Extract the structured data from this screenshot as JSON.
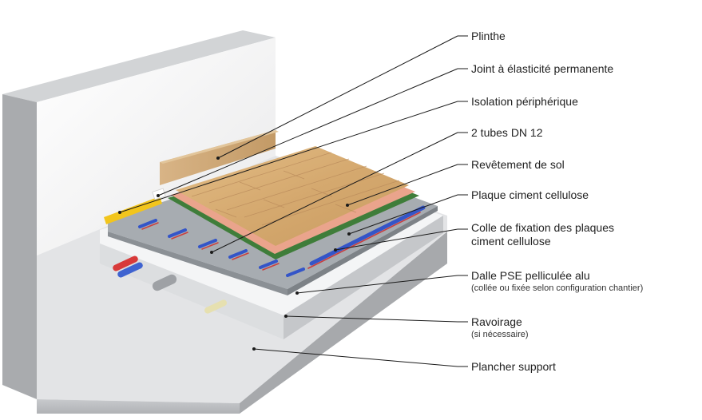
{
  "colors": {
    "concrete_top": "#e6e7e9",
    "concrete_front": "#bfc1c4",
    "concrete_side": "#a4a6a9",
    "wall_inner": "#f3f3f3",
    "screed": "#f5f6f7",
    "insulation": "#9ea3a8",
    "tube_blue": "#3455c8",
    "tube_red": "#c94040",
    "green_layer": "#3f7d3a",
    "pink_layer": "#eaa48c",
    "wood": "#d8b07a",
    "skirting": "#c9a574",
    "edge_strip": "#f2c51c",
    "leader_line": "#1a1a1a"
  },
  "labels": [
    {
      "id": "plinthe",
      "text": "Plinthe"
    },
    {
      "id": "joint",
      "text": "Joint à élasticité permanente"
    },
    {
      "id": "isolation",
      "text": "Isolation périphérique"
    },
    {
      "id": "tubes",
      "text": "2 tubes DN 12"
    },
    {
      "id": "revetement",
      "text": "Revêtement de sol"
    },
    {
      "id": "plaque",
      "text": "Plaque ciment cellulose"
    },
    {
      "id": "colle",
      "line1": "Colle de fixation des plaques",
      "line2": "ciment cellulose"
    },
    {
      "id": "dalle",
      "text": "Dalle PSE pelliculée alu",
      "sub": "(collée ou fixée selon configuration chantier)"
    },
    {
      "id": "ravoirage",
      "text": "Ravoirage",
      "sub": "(si nécessaire)"
    },
    {
      "id": "plancher",
      "text": "Plancher support"
    }
  ]
}
